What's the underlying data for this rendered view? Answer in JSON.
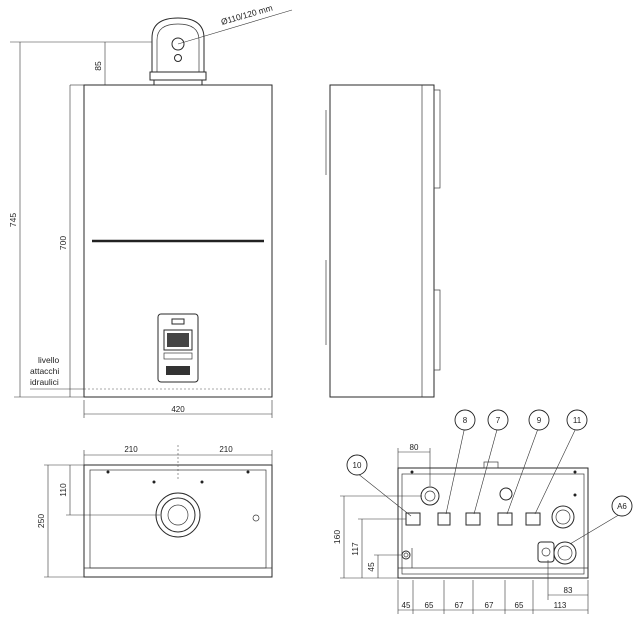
{
  "dimensions": {
    "flue_diameter": "Ø110/120 mm",
    "flue_height": "85",
    "total_height": "745",
    "body_height": "700",
    "width": "420",
    "level_label_1": "livello",
    "level_label_2": "attacchi",
    "level_label_3": "idraulici",
    "bottom_half_left": "210",
    "bottom_half_right": "210",
    "bottom_depth": "250",
    "bottom_flue_offset": "110",
    "conn_top": "80",
    "conn_h1": "160",
    "conn_h2": "117",
    "conn_h3": "45",
    "conn_d1": "45",
    "conn_d2": "65",
    "conn_d3": "67",
    "conn_d4": "67",
    "conn_d5": "65",
    "conn_d6": "113",
    "conn_d7": "83"
  },
  "callouts": [
    "8",
    "7",
    "9",
    "11",
    "10",
    "A6"
  ]
}
